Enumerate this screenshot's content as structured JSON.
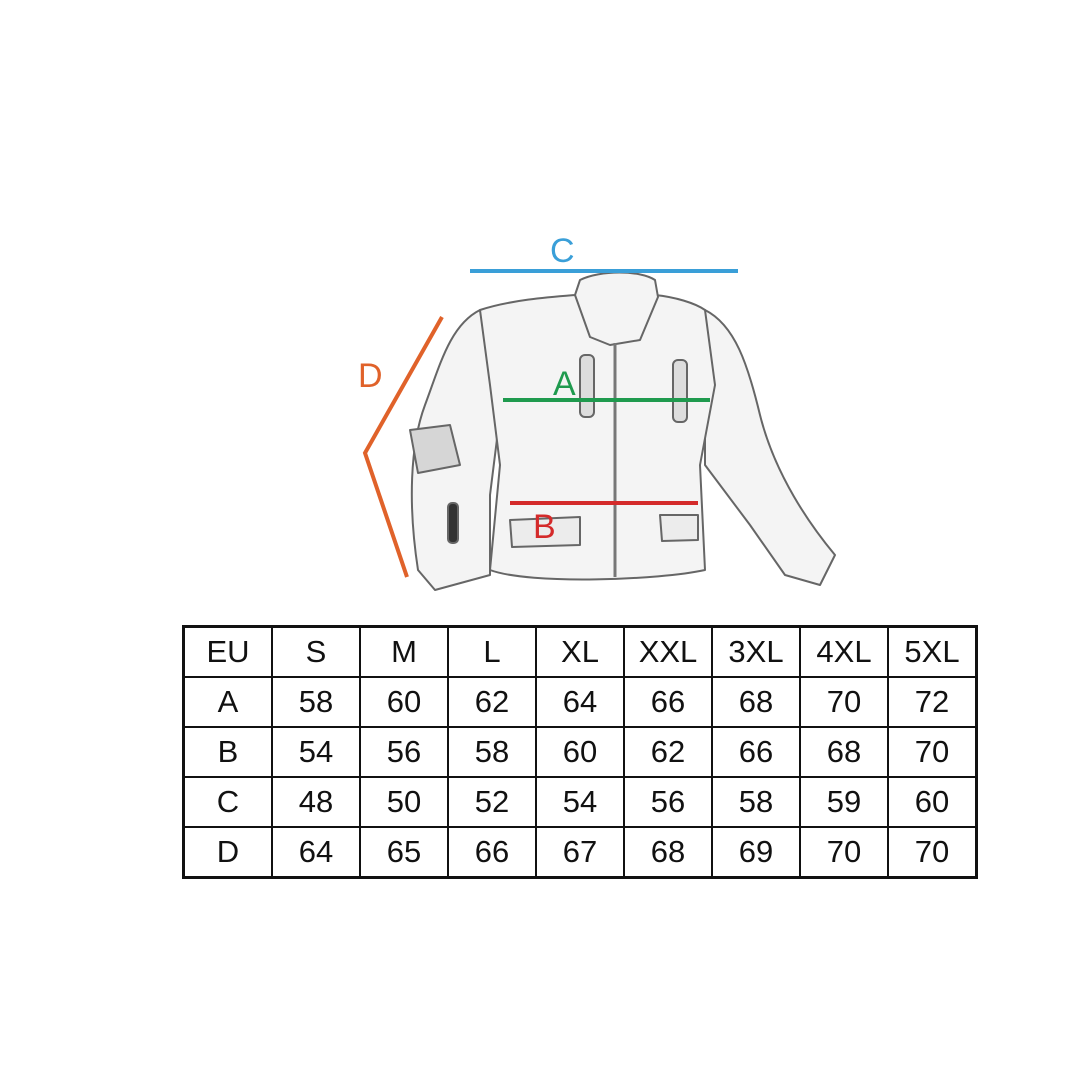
{
  "measurements": {
    "A": {
      "label": "A",
      "color": "#1f9a4e"
    },
    "B": {
      "label": "B",
      "color": "#d42a2a"
    },
    "C": {
      "label": "C",
      "color": "#3a9fd8"
    },
    "D": {
      "label": "D",
      "color": "#e0622a"
    }
  },
  "size_table": {
    "header": [
      "EU",
      "S",
      "M",
      "L",
      "XL",
      "XXL",
      "3XL",
      "4XL",
      "5XL"
    ],
    "rows": [
      [
        "A",
        "58",
        "60",
        "62",
        "64",
        "66",
        "68",
        "70",
        "72"
      ],
      [
        "B",
        "54",
        "56",
        "58",
        "60",
        "62",
        "66",
        "68",
        "70"
      ],
      [
        "C",
        "48",
        "50",
        "52",
        "54",
        "56",
        "58",
        "59",
        "60"
      ],
      [
        "D",
        "64",
        "65",
        "66",
        "67",
        "68",
        "69",
        "70",
        "70"
      ]
    ]
  }
}
